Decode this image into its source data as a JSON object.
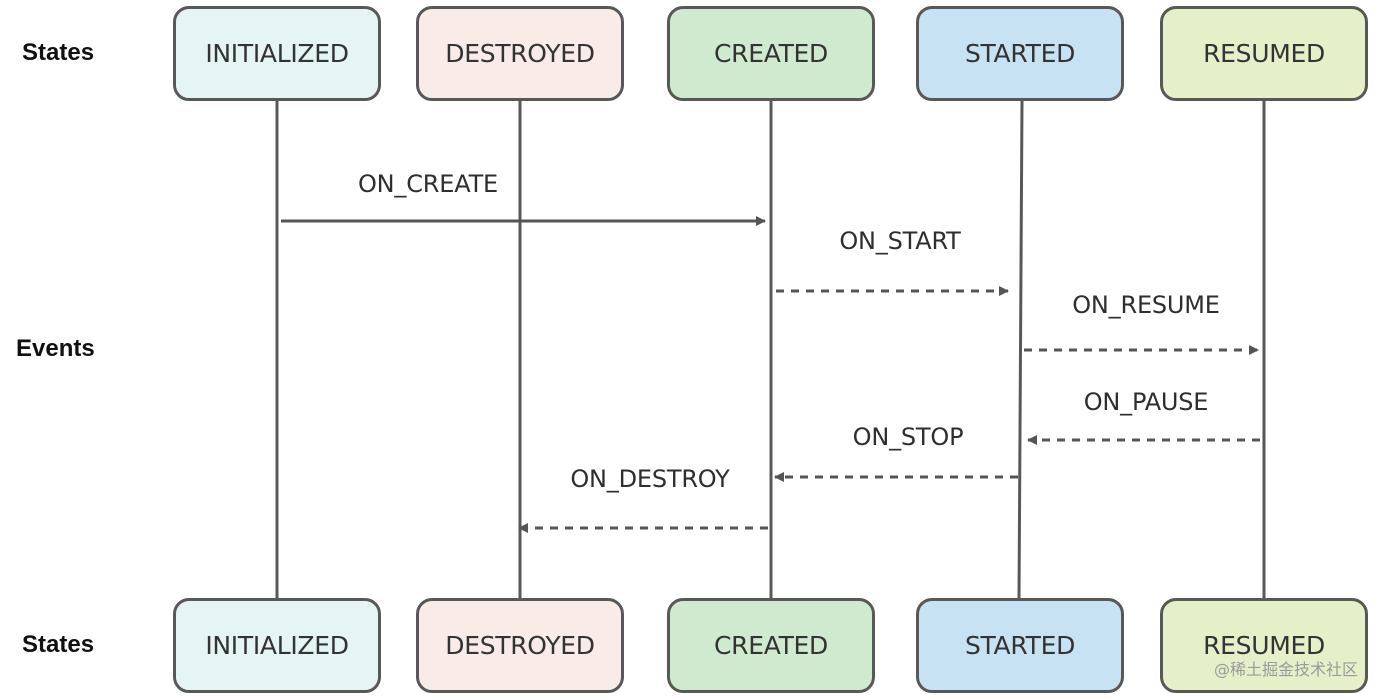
{
  "row_labels": {
    "states_top": "States",
    "events": "Events",
    "states_bottom": "States"
  },
  "states": [
    {
      "id": "initialized",
      "label": "INITIALIZED",
      "fill": "#e4f5f4"
    },
    {
      "id": "destroyed",
      "label": "DESTROYED",
      "fill": "#f8ebe8"
    },
    {
      "id": "created",
      "label": "CREATED",
      "fill": "#cfeacf"
    },
    {
      "id": "started",
      "label": "STARTED",
      "fill": "#c6e2f3"
    },
    {
      "id": "resumed",
      "label": "RESUMED",
      "fill": "#e5efc8"
    }
  ],
  "events": [
    {
      "id": "on-create",
      "label": "ON_CREATE",
      "from": "initialized",
      "to": "created",
      "style": "solid"
    },
    {
      "id": "on-start",
      "label": "ON_START",
      "from": "created",
      "to": "started",
      "style": "dashed"
    },
    {
      "id": "on-resume",
      "label": "ON_RESUME",
      "from": "started",
      "to": "resumed",
      "style": "dashed"
    },
    {
      "id": "on-pause",
      "label": "ON_PAUSE",
      "from": "resumed",
      "to": "started",
      "style": "dashed"
    },
    {
      "id": "on-stop",
      "label": "ON_STOP",
      "from": "started",
      "to": "created",
      "style": "dashed"
    },
    {
      "id": "on-destroy",
      "label": "ON_DESTROY",
      "from": "created",
      "to": "destroyed",
      "style": "dashed"
    }
  ],
  "colors": {
    "line": "#585858",
    "arrow": "#555555"
  },
  "watermark": "@稀土掘金技术社区"
}
